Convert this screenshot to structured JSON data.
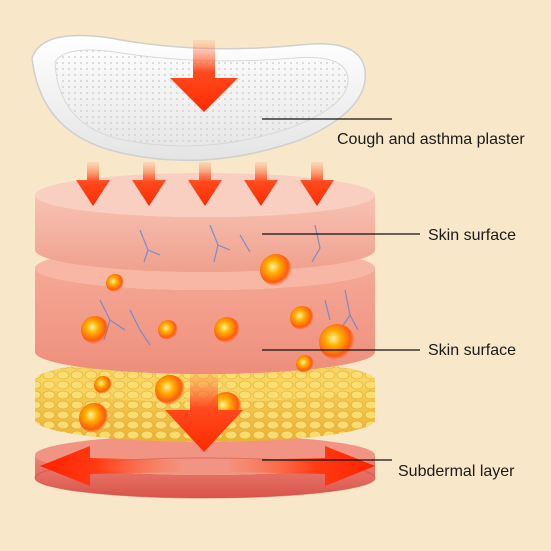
{
  "labels": {
    "plaster": "Cough and asthma plaster",
    "skin_surface_1": "Skin surface",
    "skin_surface_2": "Skin surface",
    "subdermal": "Subdermal layer"
  },
  "colors": {
    "background": "#f8e8c9",
    "arrow": "#ff3a12",
    "arrow_glow": "#ffb000",
    "skin_top": "#f5b7a8",
    "skin_mid": "#f2a08f",
    "fat": "#f3c24a",
    "subdermal": "#e8665a",
    "vein": "#5b86d8",
    "leader_line": "#111111"
  },
  "icons": {
    "down_arrow": "down-arrow-icon",
    "side_arrow": "side-arrow-icon",
    "heat_dot": "heat-dot-icon"
  }
}
